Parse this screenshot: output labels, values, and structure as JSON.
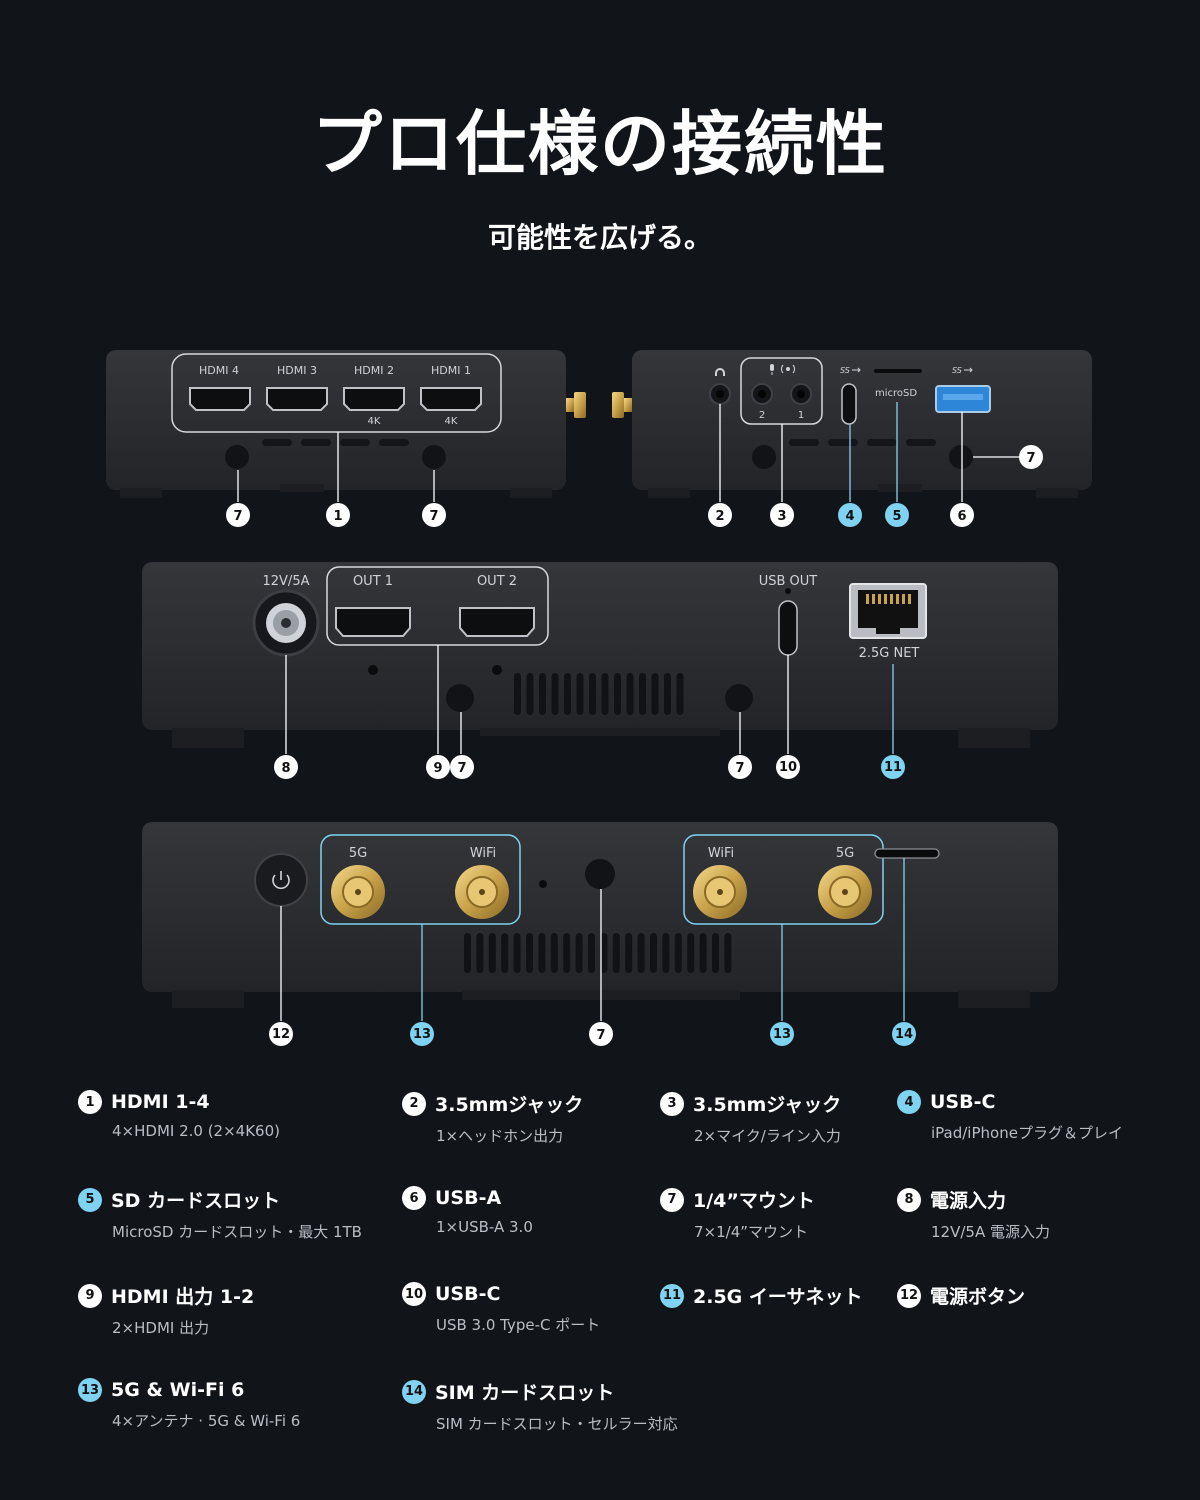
{
  "header": {
    "title": "プロ仕様の接続性",
    "subtitle": "可能性を広げる。"
  },
  "colors": {
    "background": "#111419",
    "device": "#2a2c30",
    "accent": "#7fd3f1",
    "badge": "#ffffff"
  },
  "icons": [
    "headphone-icon",
    "mic-icon",
    "line-in-icon",
    "usb-superspeed-icon",
    "power-icon",
    "antenna-connector-icon",
    "ethernet-port-icon"
  ],
  "port_labels": {
    "hdmi4": "HDMI 4",
    "hdmi3": "HDMI 3",
    "hdmi2": "HDMI 2",
    "hdmi1": "HDMI 1",
    "k4": "4K",
    "mic2": "2",
    "mic1": "1",
    "microsd": "microSD",
    "ss": "SS",
    "power": "12V/5A",
    "out1": "OUT 1",
    "out2": "OUT 2",
    "usbout": "USB OUT",
    "net": "2.5G NET",
    "ant5g": "5G",
    "antwifi": "WiFi"
  },
  "badges": {
    "b1": "1",
    "b2": "2",
    "b3": "3",
    "b4": "4",
    "b5": "5",
    "b6": "6",
    "b7": "7",
    "b8": "8",
    "b9": "9",
    "b10": "10",
    "b11": "11",
    "b12": "12",
    "b13": "13",
    "b14": "14"
  },
  "legend": [
    {
      "n": "1",
      "title": "HDMI 1-4",
      "desc": "4×HDMI 2.0 (2×4K60)"
    },
    {
      "n": "2",
      "title": "3.5mmジャック",
      "desc": "1×ヘッドホン出力"
    },
    {
      "n": "3",
      "title": "3.5mmジャック",
      "desc": "2×マイク/ライン入力"
    },
    {
      "n": "4",
      "title": "USB-C",
      "desc": "iPad/iPhoneプラグ＆プレイ"
    },
    {
      "n": "5",
      "title": "SD カードスロット",
      "desc": "MicroSD カードスロット・最大 1TB"
    },
    {
      "n": "6",
      "title": "USB-A",
      "desc": "1×USB-A 3.0"
    },
    {
      "n": "7",
      "title": "1/4”マウント",
      "desc": "7×1/4”マウント"
    },
    {
      "n": "8",
      "title": "電源入力",
      "desc": "12V/5A 電源入力"
    },
    {
      "n": "9",
      "title": "HDMI 出力 1-2",
      "desc": "2×HDMI 出力"
    },
    {
      "n": "10",
      "title": "USB-C",
      "desc": "USB 3.0 Type-C ポート"
    },
    {
      "n": "11",
      "title": "2.5G イーサネット",
      "desc": ""
    },
    {
      "n": "12",
      "title": "電源ボタン",
      "desc": ""
    },
    {
      "n": "13",
      "title": "5G & Wi-Fi 6",
      "desc": "4×アンテナ · 5G & Wi-Fi 6"
    },
    {
      "n": "14",
      "title": "SIM カードスロット",
      "desc": "SIM カードスロット・セルラー対応"
    }
  ]
}
